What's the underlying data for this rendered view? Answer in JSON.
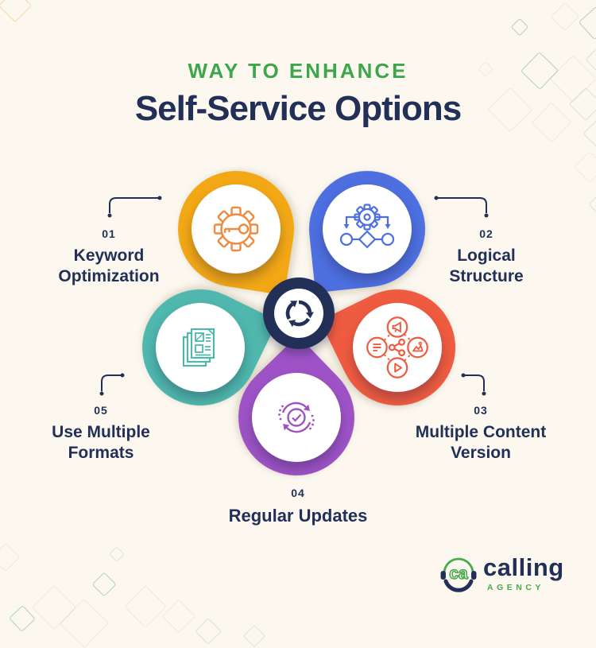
{
  "header": {
    "eyebrow": "WAY TO ENHANCE",
    "title": "Self-Service Options"
  },
  "nodes": [
    {
      "number": "01",
      "label": "Keyword Optimization",
      "icon": "gear-key-icon",
      "color": "#F2A715"
    },
    {
      "number": "02",
      "label": "Logical Structure",
      "icon": "gear-flowchart-icon",
      "color": "#4E6FE0"
    },
    {
      "number": "03",
      "label": "Multiple Content Version",
      "icon": "content-types-icon",
      "color": "#EF5B40"
    },
    {
      "number": "04",
      "label": "Regular Updates",
      "icon": "refresh-check-icon",
      "color": "#9D53C6"
    },
    {
      "number": "05",
      "label": "Use Multiple Formats",
      "icon": "stacked-documents-icon",
      "color": "#4FB7AE"
    }
  ],
  "hub": {
    "icon": "recycle-arrows-icon",
    "color": "#223058"
  },
  "logo": {
    "brand": "calling",
    "suffix": "AGENCY",
    "icon": "headset-face-icon"
  },
  "colors": {
    "bg": "#FCF8F0",
    "navy": "#223058",
    "green": "#3DA64B",
    "orange": "#F2A715",
    "blue": "#4E6FE0",
    "teal": "#4FB7AE",
    "red": "#EF5B40",
    "purple": "#9D53C6",
    "orangeIcon": "#EF8A3E",
    "logoGreen": "#46A94F"
  }
}
